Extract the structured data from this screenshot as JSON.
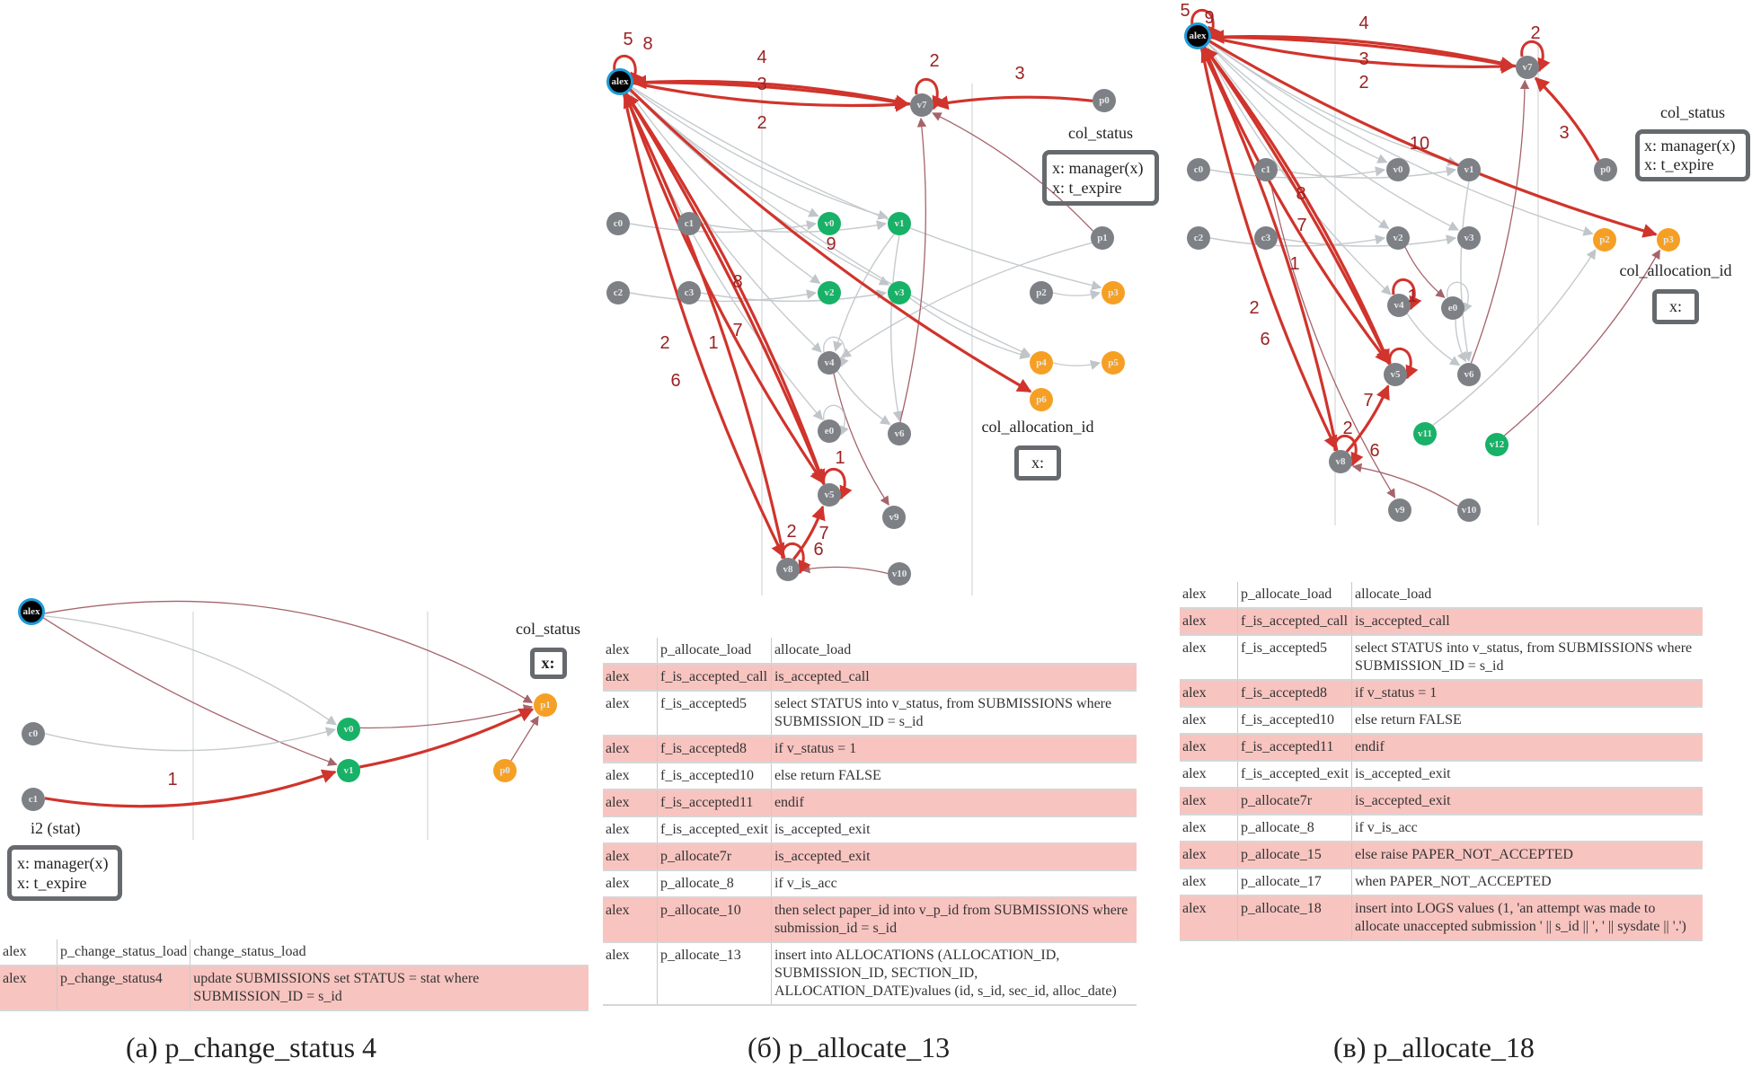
{
  "colors": {
    "user_node": "#000000",
    "user_ring": "#1e9ad6",
    "gray_node": "#7d8186",
    "green_node": "#17b267",
    "orange_node": "#f5a025",
    "red_edge": "#d0342c",
    "mauve_edge": "#a5646b",
    "gray_edge": "#c5cacd",
    "highlight_row": "#f8c4c0",
    "edge_label": "#9b2222"
  },
  "panels": [
    {
      "id": "a",
      "caption": "(a) p_change_status 4",
      "groups": [
        {
          "title": "col_status",
          "lines": [
            "x:"
          ]
        },
        {
          "title": "i2 (stat)",
          "lines": [
            "x: manager(x)",
            "x: t_expire"
          ]
        }
      ],
      "nodes": [
        {
          "id": "alex",
          "label": "alex",
          "kind": "user"
        },
        {
          "id": "c0",
          "label": "c0",
          "kind": "gray"
        },
        {
          "id": "c1",
          "label": "c1",
          "kind": "gray"
        },
        {
          "id": "v0",
          "label": "v0",
          "kind": "green"
        },
        {
          "id": "v1",
          "label": "v1",
          "kind": "green"
        },
        {
          "id": "p0",
          "label": "p0",
          "kind": "orange"
        },
        {
          "id": "p1",
          "label": "p1",
          "kind": "orange"
        }
      ],
      "edges": [
        {
          "from": "alex",
          "to": "p1",
          "style": "mauve"
        },
        {
          "from": "alex",
          "to": "v0",
          "style": "gray"
        },
        {
          "from": "alex",
          "to": "v1",
          "style": "mauve"
        },
        {
          "from": "c0",
          "to": "v0",
          "style": "gray"
        },
        {
          "from": "v0",
          "to": "p1",
          "style": "mauve"
        },
        {
          "from": "p0",
          "to": "p1",
          "style": "mauve"
        },
        {
          "from": "c1",
          "to": "v1",
          "style": "red",
          "label": "1"
        },
        {
          "from": "v1",
          "to": "p1",
          "style": "red"
        }
      ],
      "table": [
        {
          "user": "alex",
          "step": "p_change_status_load",
          "statement": "change_status_load",
          "highlight": false
        },
        {
          "user": "alex",
          "step": "p_change_status4",
          "statement": "update SUBMISSIONS set STATUS = stat where SUBMISSION_ID = s_id",
          "highlight": true
        }
      ]
    },
    {
      "id": "b",
      "caption": "(б) p_allocate_13",
      "groups": [
        {
          "title": "col_status",
          "lines": [
            "x: manager(x)",
            "x: t_expire"
          ]
        },
        {
          "title": "col_allocation_id",
          "lines": [
            "x:"
          ]
        }
      ],
      "nodes": [
        {
          "id": "alex",
          "label": "alex",
          "kind": "user"
        },
        {
          "id": "v7",
          "label": "v7",
          "kind": "gray"
        },
        {
          "id": "p0",
          "label": "p0",
          "kind": "gray"
        },
        {
          "id": "c0",
          "label": "c0",
          "kind": "gray"
        },
        {
          "id": "c1",
          "label": "c1",
          "kind": "gray"
        },
        {
          "id": "v0",
          "label": "v0",
          "kind": "green"
        },
        {
          "id": "v1",
          "label": "v1",
          "kind": "green"
        },
        {
          "id": "p1",
          "label": "p1",
          "kind": "gray"
        },
        {
          "id": "c2",
          "label": "c2",
          "kind": "gray"
        },
        {
          "id": "c3",
          "label": "c3",
          "kind": "gray"
        },
        {
          "id": "v2",
          "label": "v2",
          "kind": "green"
        },
        {
          "id": "v3",
          "label": "v3",
          "kind": "green"
        },
        {
          "id": "p2",
          "label": "p2",
          "kind": "gray"
        },
        {
          "id": "p3",
          "label": "p3",
          "kind": "orange"
        },
        {
          "id": "v4",
          "label": "v4",
          "kind": "gray"
        },
        {
          "id": "p4",
          "label": "p4",
          "kind": "orange"
        },
        {
          "id": "p5",
          "label": "p5",
          "kind": "orange"
        },
        {
          "id": "p6",
          "label": "p6",
          "kind": "orange"
        },
        {
          "id": "e0",
          "label": "e0",
          "kind": "gray"
        },
        {
          "id": "v6",
          "label": "v6",
          "kind": "gray"
        },
        {
          "id": "v5",
          "label": "v5",
          "kind": "gray"
        },
        {
          "id": "v9",
          "label": "v9",
          "kind": "gray"
        },
        {
          "id": "v8",
          "label": "v8",
          "kind": "gray"
        },
        {
          "id": "v10",
          "label": "v10",
          "kind": "gray"
        }
      ],
      "edges": [
        {
          "from": "alex",
          "to": "v0",
          "style": "gray"
        },
        {
          "from": "alex",
          "to": "v1",
          "style": "gray"
        },
        {
          "from": "alex",
          "to": "v2",
          "style": "gray"
        },
        {
          "from": "alex",
          "to": "v3",
          "style": "gray"
        },
        {
          "from": "alex",
          "to": "v4",
          "style": "gray"
        },
        {
          "from": "alex",
          "to": "p3",
          "style": "gray"
        },
        {
          "from": "alex",
          "to": "p4",
          "style": "gray"
        },
        {
          "from": "alex",
          "to": "e0",
          "style": "gray"
        },
        {
          "from": "c0",
          "to": "v0",
          "style": "gray"
        },
        {
          "from": "c1",
          "to": "v1",
          "style": "gray"
        },
        {
          "from": "c2",
          "to": "v2",
          "style": "gray"
        },
        {
          "from": "c3",
          "to": "v3",
          "style": "gray"
        },
        {
          "from": "v1",
          "to": "v4",
          "style": "gray"
        },
        {
          "from": "v3",
          "to": "p4",
          "style": "gray"
        },
        {
          "from": "p1",
          "to": "v4",
          "style": "gray"
        },
        {
          "from": "p2",
          "to": "p3",
          "style": "gray"
        },
        {
          "from": "p4",
          "to": "p5",
          "style": "gray"
        },
        {
          "from": "v4",
          "to": "v6",
          "style": "gray"
        },
        {
          "from": "v1",
          "to": "v6",
          "style": "gray"
        },
        {
          "from": "v6",
          "to": "v7",
          "style": "mauve"
        },
        {
          "from": "p1",
          "to": "v7",
          "style": "mauve"
        },
        {
          "from": "v4",
          "to": "v9",
          "style": "mauve"
        },
        {
          "from": "v10",
          "to": "v8",
          "style": "mauve"
        },
        {
          "from": "alex",
          "to": "v7",
          "style": "red",
          "label": "2"
        },
        {
          "from": "alex",
          "to": "v7",
          "style": "red",
          "label": "3"
        },
        {
          "from": "v7",
          "to": "alex",
          "style": "red",
          "label": "4"
        },
        {
          "from": "p0",
          "to": "v7",
          "style": "red",
          "label": "3"
        },
        {
          "from": "alex",
          "to": "v5",
          "style": "red",
          "label": "1"
        },
        {
          "from": "alex",
          "to": "v5",
          "style": "red",
          "label": "7"
        },
        {
          "from": "v5",
          "to": "alex",
          "style": "red",
          "label": "8"
        },
        {
          "from": "alex",
          "to": "v8",
          "style": "red",
          "label": "6"
        },
        {
          "from": "v8",
          "to": "alex",
          "style": "red",
          "label": "2"
        },
        {
          "from": "v8",
          "to": "v5",
          "style": "red",
          "label": "7"
        },
        {
          "from": "alex",
          "to": "p6",
          "style": "red",
          "label": "9"
        }
      ],
      "loops": [
        {
          "node": "alex",
          "labels": [
            "5",
            "8"
          ]
        },
        {
          "node": "v7",
          "labels": [
            "2"
          ]
        },
        {
          "node": "v5",
          "labels": [
            "1"
          ]
        },
        {
          "node": "v8",
          "labels": [
            "2",
            "6"
          ]
        },
        {
          "node": "v4",
          "labels": []
        },
        {
          "node": "e0",
          "labels": []
        }
      ],
      "table": [
        {
          "user": "alex",
          "step": "p_allocate_load",
          "statement": "allocate_load",
          "highlight": false
        },
        {
          "user": "alex",
          "step": "f_is_accepted_call",
          "statement": "is_accepted_call",
          "highlight": true
        },
        {
          "user": "alex",
          "step": "f_is_accepted5",
          "statement": "select STATUS into v_status, from SUBMISSIONS where SUBMISSION_ID = s_id",
          "highlight": false
        },
        {
          "user": "alex",
          "step": "f_is_accepted8",
          "statement": "if v_status = 1",
          "highlight": true
        },
        {
          "user": "alex",
          "step": "f_is_accepted10",
          "statement": "else return FALSE",
          "highlight": false
        },
        {
          "user": "alex",
          "step": "f_is_accepted11",
          "statement": "endif",
          "highlight": true
        },
        {
          "user": "alex",
          "step": "f_is_accepted_exit",
          "statement": "is_accepted_exit",
          "highlight": false
        },
        {
          "user": "alex",
          "step": "p_allocate7r",
          "statement": "is_accepted_exit",
          "highlight": true
        },
        {
          "user": "alex",
          "step": "p_allocate_8",
          "statement": "if v_is_acc",
          "highlight": false
        },
        {
          "user": "alex",
          "step": "p_allocate_10",
          "statement": "then select paper_id into v_p_id from SUBMISSIONS where submission_id = s_id",
          "highlight": true
        },
        {
          "user": "alex",
          "step": "p_allocate_13",
          "statement": "insert into ALLOCATIONS (ALLOCATION_ID, SUBMISSION_ID, SECTION_ID, ALLOCATION_DATE)values (id, s_id, sec_id, alloc_date)",
          "highlight": false
        }
      ]
    },
    {
      "id": "c",
      "caption": "(в) p_allocate_18",
      "groups": [
        {
          "title": "col_status",
          "lines": [
            "x: manager(x)",
            "x: t_expire"
          ]
        },
        {
          "title": "col_allocation_id",
          "lines": [
            "x:"
          ]
        }
      ],
      "nodes": [
        {
          "id": "alex",
          "label": "alex",
          "kind": "user"
        },
        {
          "id": "v7",
          "label": "v7",
          "kind": "gray"
        },
        {
          "id": "p0",
          "label": "p0",
          "kind": "gray"
        },
        {
          "id": "c0",
          "label": "c0",
          "kind": "gray"
        },
        {
          "id": "c1",
          "label": "c1",
          "kind": "gray"
        },
        {
          "id": "v0",
          "label": "v0",
          "kind": "gray"
        },
        {
          "id": "v1",
          "label": "v1",
          "kind": "gray"
        },
        {
          "id": "c2",
          "label": "c2",
          "kind": "gray"
        },
        {
          "id": "c3",
          "label": "c3",
          "kind": "gray"
        },
        {
          "id": "v2",
          "label": "v2",
          "kind": "gray"
        },
        {
          "id": "v3",
          "label": "v3",
          "kind": "gray"
        },
        {
          "id": "p2",
          "label": "p2",
          "kind": "orange"
        },
        {
          "id": "p3",
          "label": "p3",
          "kind": "orange"
        },
        {
          "id": "v4",
          "label": "v4",
          "kind": "gray"
        },
        {
          "id": "e0",
          "label": "e0",
          "kind": "gray"
        },
        {
          "id": "v5",
          "label": "v5",
          "kind": "gray"
        },
        {
          "id": "v6",
          "label": "v6",
          "kind": "gray"
        },
        {
          "id": "v11",
          "label": "v11",
          "kind": "green"
        },
        {
          "id": "v12",
          "label": "v12",
          "kind": "green"
        },
        {
          "id": "v8",
          "label": "v8",
          "kind": "gray"
        },
        {
          "id": "v9",
          "label": "v9",
          "kind": "gray"
        },
        {
          "id": "v10",
          "label": "v10",
          "kind": "gray"
        }
      ],
      "edges": [
        {
          "from": "alex",
          "to": "v0",
          "style": "gray"
        },
        {
          "from": "alex",
          "to": "v1",
          "style": "gray"
        },
        {
          "from": "alex",
          "to": "v2",
          "style": "gray"
        },
        {
          "from": "alex",
          "to": "v3",
          "style": "gray"
        },
        {
          "from": "alex",
          "to": "v4",
          "style": "gray"
        },
        {
          "from": "alex",
          "to": "p2",
          "style": "gray"
        },
        {
          "from": "c0",
          "to": "v0",
          "style": "gray"
        },
        {
          "from": "c1",
          "to": "v1",
          "style": "gray"
        },
        {
          "from": "c2",
          "to": "v2",
          "style": "gray"
        },
        {
          "from": "c3",
          "to": "v3",
          "style": "gray"
        },
        {
          "from": "v4",
          "to": "v6",
          "style": "gray"
        },
        {
          "from": "e0",
          "to": "v6",
          "style": "gray"
        },
        {
          "from": "v1",
          "to": "v6",
          "style": "gray"
        },
        {
          "from": "v11",
          "to": "p2",
          "style": "gray"
        },
        {
          "from": "v12",
          "to": "p3",
          "style": "mauve"
        },
        {
          "from": "v6",
          "to": "v7",
          "style": "mauve"
        },
        {
          "from": "c1",
          "to": "v9",
          "style": "mauve"
        },
        {
          "from": "v2",
          "to": "e0",
          "style": "mauve"
        },
        {
          "from": "v10",
          "to": "v8",
          "style": "mauve"
        },
        {
          "from": "alex",
          "to": "v7",
          "style": "red",
          "label": "2"
        },
        {
          "from": "alex",
          "to": "v7",
          "style": "red",
          "label": "3"
        },
        {
          "from": "v7",
          "to": "alex",
          "style": "red",
          "label": "4"
        },
        {
          "from": "p0",
          "to": "v7",
          "style": "red",
          "label": "3"
        },
        {
          "from": "alex",
          "to": "v5",
          "style": "red",
          "label": "1"
        },
        {
          "from": "alex",
          "to": "v5",
          "style": "red",
          "label": "7"
        },
        {
          "from": "v5",
          "to": "alex",
          "style": "red",
          "label": "8"
        },
        {
          "from": "alex",
          "to": "v8",
          "style": "red",
          "label": "6"
        },
        {
          "from": "v8",
          "to": "alex",
          "style": "red",
          "label": "2"
        },
        {
          "from": "v8",
          "to": "v5",
          "style": "red",
          "label": "7"
        },
        {
          "from": "alex",
          "to": "p3",
          "style": "red",
          "label": "10"
        }
      ],
      "loops": [
        {
          "node": "alex",
          "labels": [
            "5",
            "9"
          ]
        },
        {
          "node": "v7",
          "labels": [
            "2"
          ]
        },
        {
          "node": "v5",
          "labels": []
        },
        {
          "node": "v8",
          "labels": [
            "2",
            "6"
          ]
        },
        {
          "node": "v4",
          "labels": [
            "1"
          ]
        },
        {
          "node": "e0",
          "labels": []
        }
      ],
      "table": [
        {
          "user": "alex",
          "step": "p_allocate_load",
          "statement": "allocate_load",
          "highlight": false
        },
        {
          "user": "alex",
          "step": "f_is_accepted_call",
          "statement": "is_accepted_call",
          "highlight": true
        },
        {
          "user": "alex",
          "step": "f_is_accepted5",
          "statement": "select STATUS into v_status, from SUBMISSIONS where SUBMISSION_ID = s_id",
          "highlight": false
        },
        {
          "user": "alex",
          "step": "f_is_accepted8",
          "statement": "if v_status = 1",
          "highlight": true
        },
        {
          "user": "alex",
          "step": "f_is_accepted10",
          "statement": "else return FALSE",
          "highlight": false
        },
        {
          "user": "alex",
          "step": "f_is_accepted11",
          "statement": "endif",
          "highlight": true
        },
        {
          "user": "alex",
          "step": "f_is_accepted_exit",
          "statement": "is_accepted_exit",
          "highlight": false
        },
        {
          "user": "alex",
          "step": "p_allocate7r",
          "statement": "is_accepted_exit",
          "highlight": true
        },
        {
          "user": "alex",
          "step": "p_allocate_8",
          "statement": "if v_is_acc",
          "highlight": false
        },
        {
          "user": "alex",
          "step": "p_allocate_15",
          "statement": "else raise PAPER_NOT_ACCEPTED",
          "highlight": true
        },
        {
          "user": "alex",
          "step": "p_allocate_17",
          "statement": "when PAPER_NOT_ACCEPTED",
          "highlight": false
        },
        {
          "user": "alex",
          "step": "p_allocate_18",
          "statement": "insert into LOGS values (1, 'an attempt was made to allocate unaccepted submission ' || s_id || ', ' || sysdate || '.')",
          "highlight": true
        }
      ]
    }
  ]
}
